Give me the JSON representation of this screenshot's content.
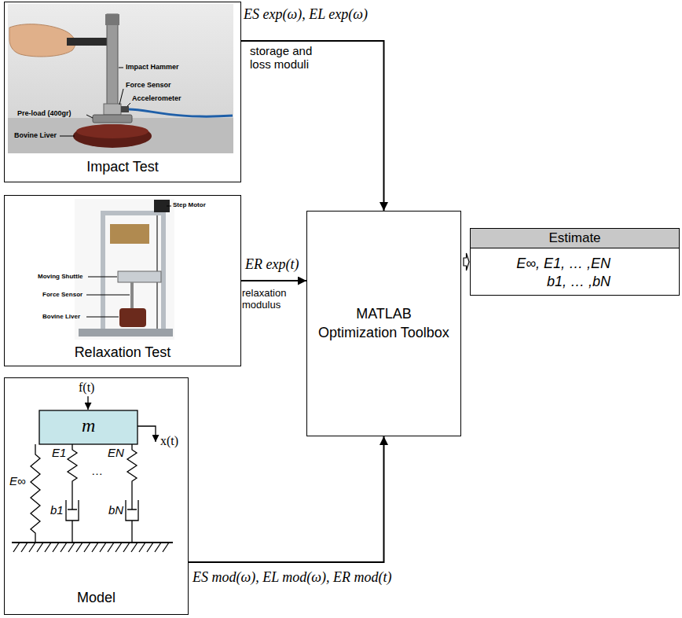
{
  "diagram": {
    "nodes": [
      {
        "text": [
          "Impact Test"
        ]
      },
      {
        "text": [
          "Relaxation Test"
        ]
      },
      {
        "text": [
          "Model"
        ]
      },
      {
        "text": [
          "MATLAB Optimization Toolbox"
        ]
      },
      {
        "text": [
          "Estimate",
          "E∞, E1, … ,EN b1, … ,bN"
        ]
      }
    ],
    "edges": [
      {
        "from": 0,
        "to": 3,
        "arrow": "to",
        "label": "ES exp(ω), EL exp(ω)"
      },
      {
        "from": 1,
        "to": 3,
        "arrow": "to",
        "label": "ER exp(t)"
      },
      {
        "from": 2,
        "to": 3,
        "arrow": "to",
        "label": "ES mod(ω), EL mod(ω), ER mod(t)"
      },
      {
        "from": 3,
        "to": 4,
        "arrow": "to"
      }
    ],
    "labels": [
      "storage and loss moduli",
      "relaxation modulus",
      "Impact Hammer",
      "Force Sensor",
      "Accelerometer",
      "Pre-load (400gr)",
      "Bovine Liver",
      "Step Motor",
      "Moving Shuttle",
      "Force Sensor",
      "Bovine Liver",
      "f(t)",
      "m",
      "x(t)",
      "E∞",
      "E1",
      "…",
      "EN",
      "b1",
      "bN"
    ]
  }
}
